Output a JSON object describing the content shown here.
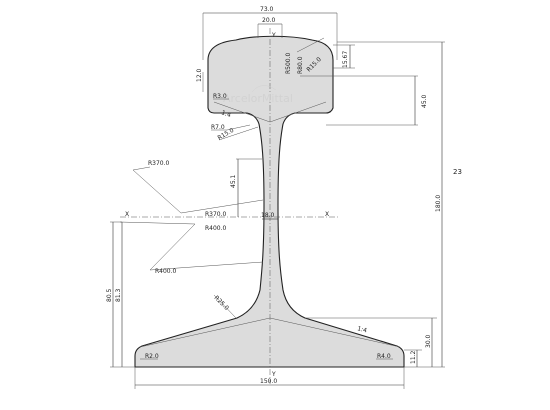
{
  "drawing": {
    "side_number": "23",
    "watermark": "ArcelorMittal",
    "dimensions": {
      "head_width": "73.0",
      "crown_width": "20.0",
      "crown_radius": "R500.0",
      "radius_80": "R80.0",
      "radius_15": "R15.0",
      "head_side": "15.67",
      "head_height": "45.0",
      "head_flank_height": "12.0",
      "head_corner": "R3.0",
      "slope_upper": "1:4",
      "slope_lower": "1:4",
      "radius_7": "R7.0",
      "radius_15b": "R15.0",
      "web_upper_height": "45.1",
      "web_radius_370_upper": "R370.0",
      "web_radius_370_lower": "R370.0",
      "web_radius_400_upper": "R400.0",
      "web_radius_400_lower": "R400.0",
      "web_thickness": "18.0",
      "radius_25": "R25.0",
      "total_height": "180.0",
      "height_80_5": "80.5",
      "height_81_3": "81.3",
      "foot_height": "30.0",
      "foot_edge": "11.2",
      "foot_radius_left": "R2.0",
      "foot_radius_right": "R4.0",
      "foot_width": "150.0",
      "axis_x": "X",
      "axis_y": "Y"
    }
  }
}
